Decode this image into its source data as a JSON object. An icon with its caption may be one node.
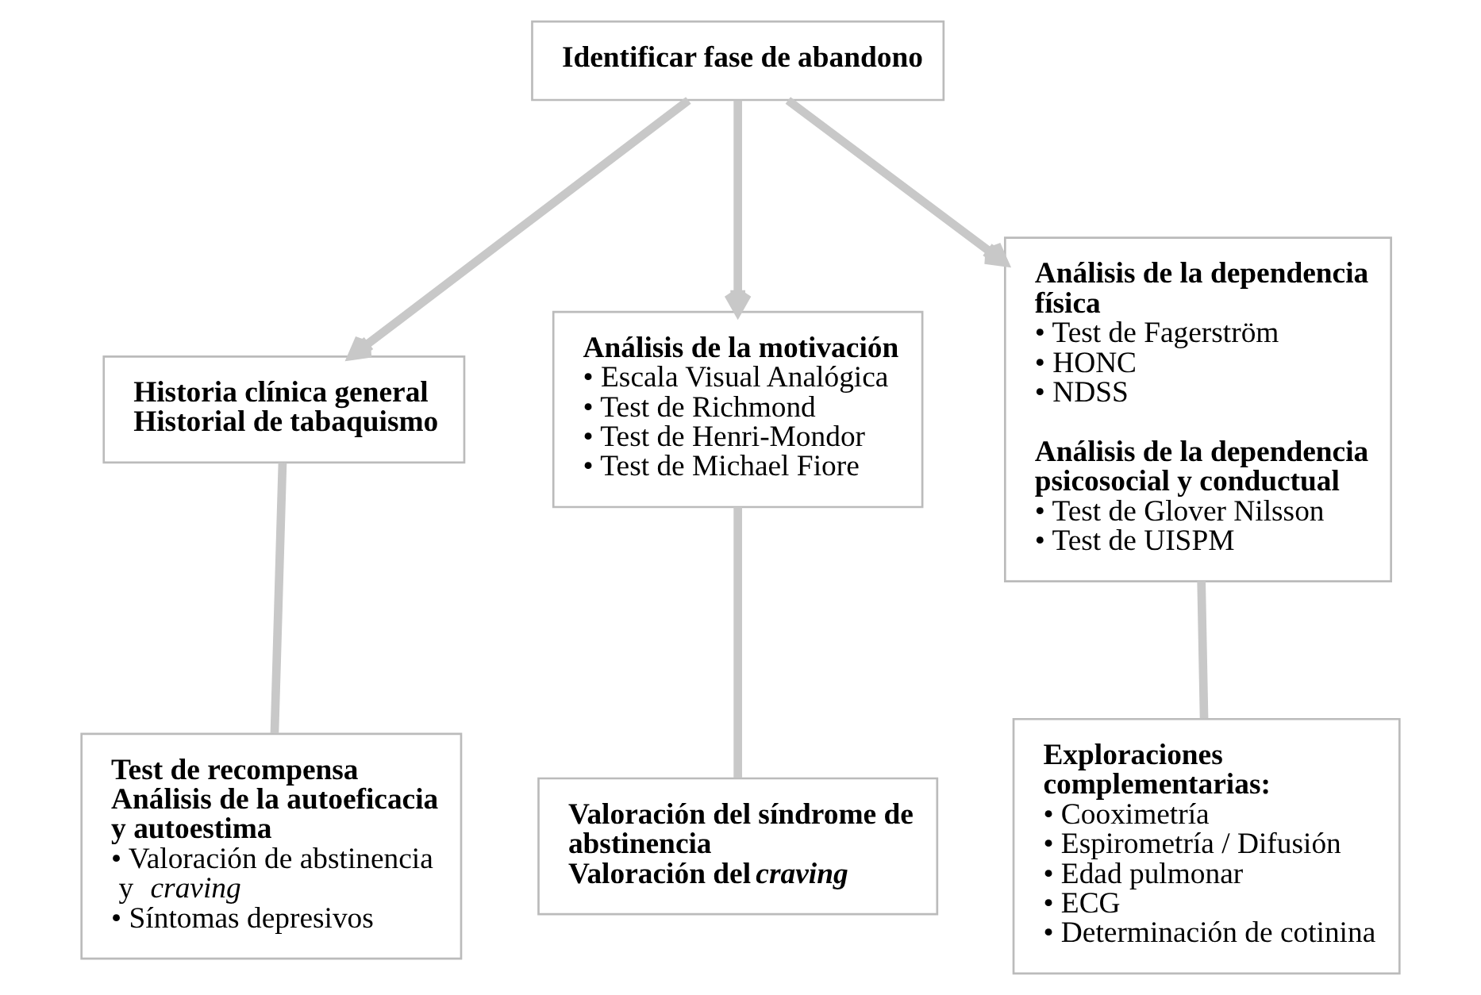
{
  "diagram": {
    "nodes": [
      {
        "text": [
          "Identificar fase de abandono"
        ]
      },
      {
        "text": [
          "Historia clínica general",
          "Historial de tabaquismo"
        ]
      },
      {
        "text": [
          "Análisis de la motivación",
          "• Escala Visual Analógica",
          "• Test de Richmond",
          "• Test de Henri-Mondor",
          "• Test de Michael Fiore"
        ]
      },
      {
        "text": [
          "Análisis de la dependencia física",
          "• Test de Fagerström",
          "• HONC",
          "• NDSS",
          "Análisis de la dependencia psicosocial y conductual",
          "• Test de Glover Nilsson",
          "• Test de UISPM"
        ]
      },
      {
        "text": [
          "Test de recompensa",
          "Análisis de la autoeficacia y autoestima",
          "• Valoración de abstinencia y *craving*",
          "• Síntomas depresivos"
        ]
      },
      {
        "text": [
          "Valoración del síndrome de abstinencia",
          "Valoración del *craving*"
        ]
      },
      {
        "text": [
          "Exploraciones complementarias:",
          "• Cooximetría",
          "• Espirometría / Difusión",
          "• Edad pulmonar",
          "• ECG",
          "• Determinación de cotinina"
        ]
      }
    ],
    "edges": [
      {
        "from": 0,
        "to": 1,
        "arrow": "to"
      },
      {
        "from": 0,
        "to": 2,
        "arrow": "to"
      },
      {
        "from": 0,
        "to": 3,
        "arrow": "to"
      },
      {
        "from": 1,
        "to": 4,
        "arrow": "none"
      },
      {
        "from": 2,
        "to": 5,
        "arrow": "none"
      },
      {
        "from": 3,
        "to": 6,
        "arrow": "none"
      }
    ]
  }
}
